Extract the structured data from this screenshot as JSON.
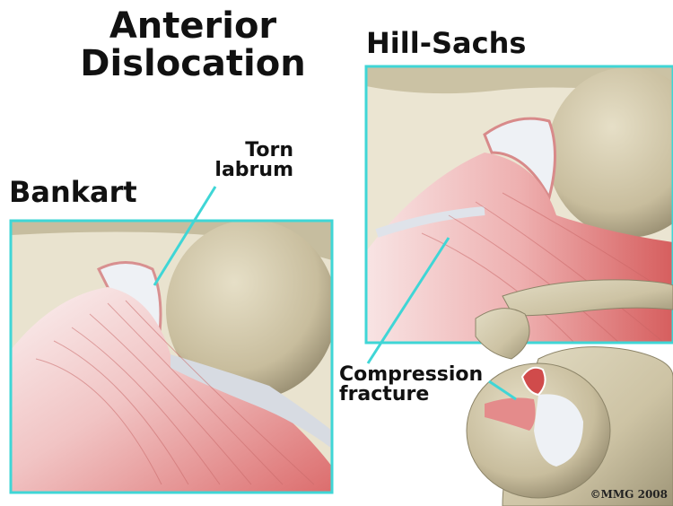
{
  "title": "Anterior\nDislocation",
  "panels": {
    "left_label": "Bankart",
    "right_label": "Hill-Sachs"
  },
  "annotations": {
    "torn_labrum": "Torn\nlabrum",
    "compression_fracture": "Compression\nfracture"
  },
  "copyright": "©MMG 2008",
  "colors": {
    "frame": "#3fd6d6",
    "bone": "#cfc6a8",
    "bone_shadow": "#a89f82",
    "muscle": "#e89a9a",
    "muscle_light": "#f5dede",
    "tendon": "#dfe3ea",
    "pointer": "#3fd6d6"
  }
}
